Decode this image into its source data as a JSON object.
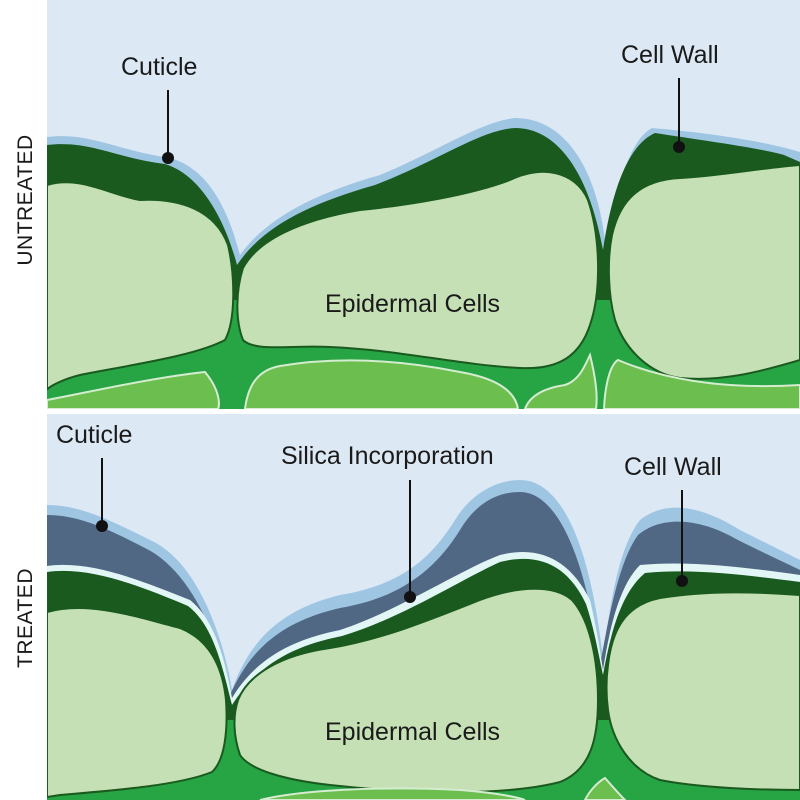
{
  "panels": {
    "untreated": {
      "side_label": "UNTREATED",
      "labels": {
        "cuticle": "Cuticle",
        "cell_wall": "Cell Wall",
        "epidermal_cells": "Epidermal Cells"
      }
    },
    "treated": {
      "side_label": "TREATED",
      "labels": {
        "cuticle": "Cuticle",
        "silica": "Silica Incorporation",
        "cell_wall": "Cell Wall",
        "epidermal_cells": "Epidermal Cells"
      }
    }
  },
  "colors": {
    "sky": "#dde8f5",
    "cuticle": "#9ec6e3",
    "silica_layer": "#516885",
    "silica_rim": "#e2f6f6",
    "cell_wall": "#1a5a1f",
    "cell_fill": "#c5e0b5",
    "tissue": "#27a444",
    "tissue_light": "#6cbf4e"
  }
}
